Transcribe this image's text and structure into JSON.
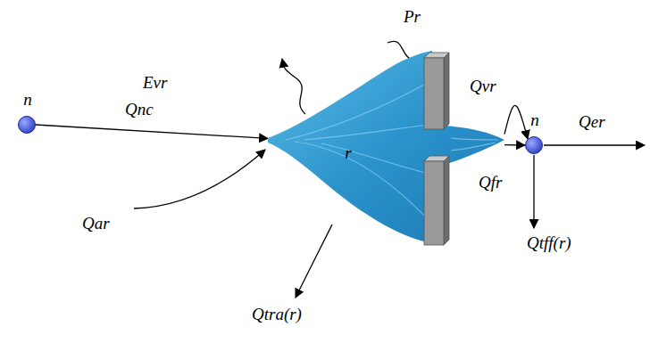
{
  "diagram": {
    "nodes": [
      {
        "text": [
          "n"
        ]
      },
      {
        "text": [
          "r"
        ]
      },
      {
        "text": [
          "n"
        ]
      }
    ],
    "edges": [
      {
        "from": 0,
        "to": 1,
        "arrow": "to",
        "label": "Qnc"
      },
      {
        "from": 1,
        "to": 2,
        "arrow": "to",
        "label": "Qfr"
      },
      {
        "from": 1,
        "to": 2,
        "arrow": "to",
        "label": "Qvr"
      }
    ],
    "labels": [
      "Pr",
      "Evr",
      "Qar",
      "Qtra(r)",
      "Qer",
      "Qtff(r)"
    ]
  }
}
